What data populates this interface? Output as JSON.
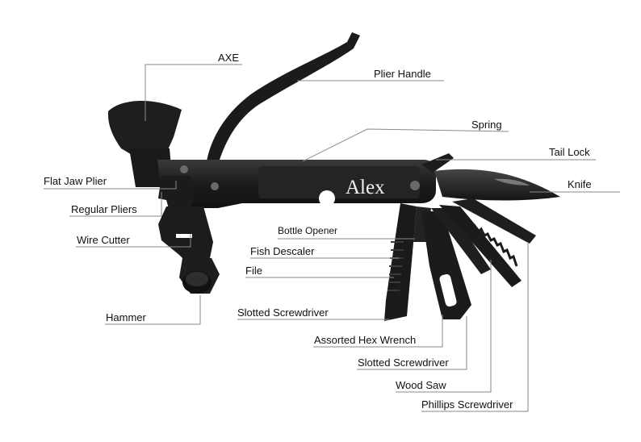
{
  "engraving": "Alex",
  "labels": {
    "axe": "AXE",
    "plier_handle": "Plier Handle",
    "spring": "Spring",
    "tail_lock": "Tail Lock",
    "knife": "Knife",
    "flat_jaw_plier": "Flat Jaw Plier",
    "regular_pliers": "Regular Pliers",
    "wire_cutter": "Wire Cutter",
    "hammer": "Hammer",
    "bottle_opener": "Bottle Opener",
    "fish_descaler": "Fish Descaler",
    "file": "File",
    "slotted_screwdriver_1": "Slotted Screwdriver",
    "assorted_hex_wrench": "Assorted Hex Wrench",
    "slotted_screwdriver_2": "Slotted Screwdriver",
    "wood_saw": "Wood Saw",
    "phillips_screwdriver": "Phillips Screwdriver"
  },
  "colors": {
    "tool_body": "#1b1b1b",
    "tool_highlight": "#3a3a3a",
    "leader_line": "#8a8a8a",
    "label_text": "#111111",
    "background": "#ffffff"
  }
}
